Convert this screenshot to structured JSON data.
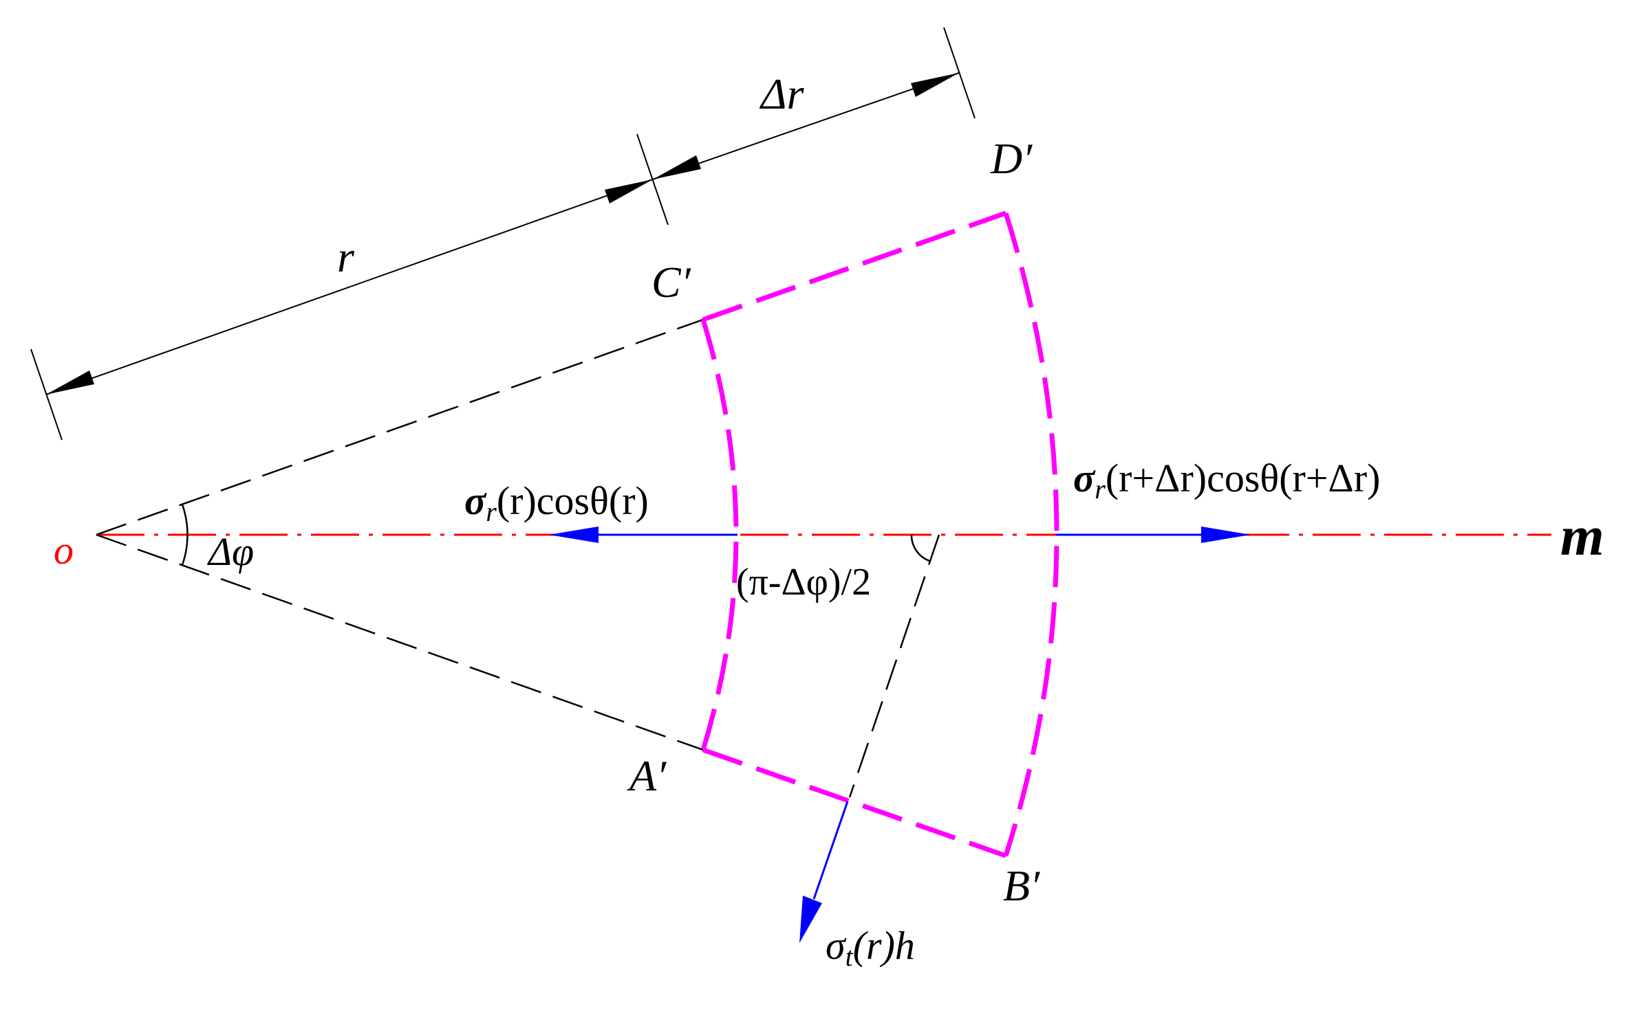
{
  "colors": {
    "element_outline": "#FF00FF",
    "axis": "#FF0000",
    "force_arrow": "#0000FF",
    "construction": "#000000",
    "background": "#FFFFFF"
  },
  "points": {
    "origin": "o",
    "axis_end": "m",
    "a": "A′",
    "b": "B′",
    "c": "C′",
    "d": "D′"
  },
  "dimensions": {
    "r": "r",
    "delta_r": "Δr"
  },
  "angles": {
    "delta_phi": "Δφ",
    "half_angle": "(π-Δφ)/2"
  },
  "forces": {
    "inner_sigma": "σ",
    "inner_sub": "r",
    "inner_rest": "(r)cosθ(r)",
    "outer_sigma": "σ",
    "outer_sub": "r",
    "outer_rest": "(r+Δr)cosθ(r+Δr)",
    "tangential_sigma": "σ",
    "tangential_sub": "t",
    "tangential_rest": "(r)h"
  }
}
